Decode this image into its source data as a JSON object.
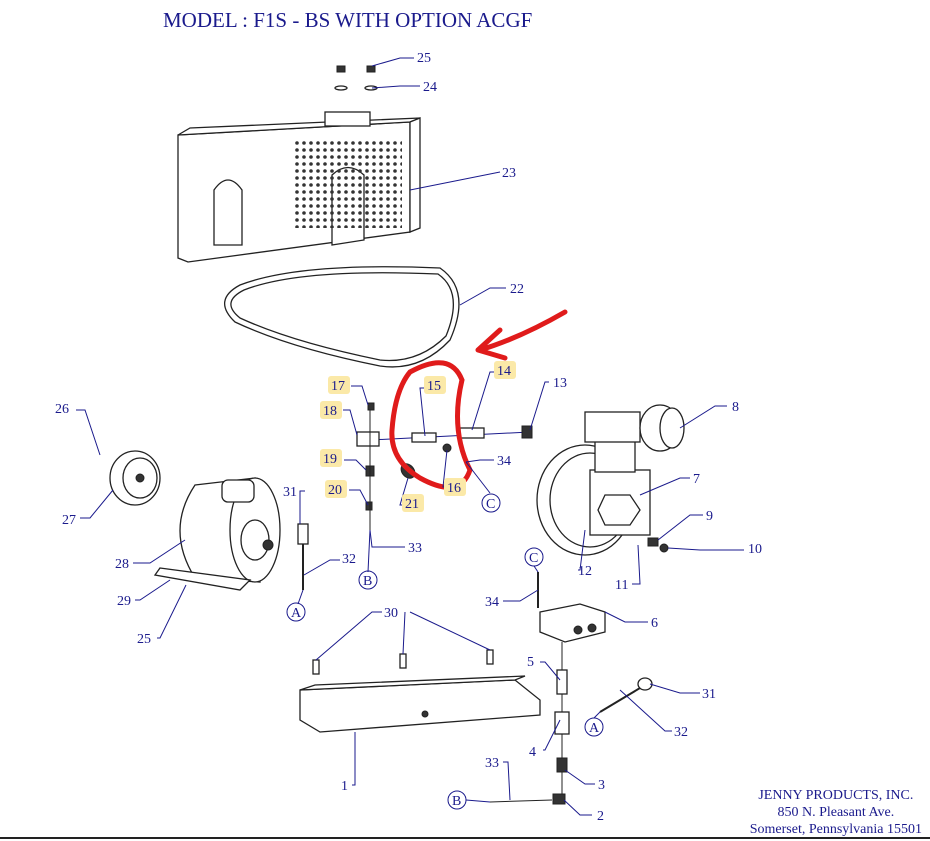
{
  "title": "MODEL : F1S - BS WITH OPTION ACGF",
  "company": {
    "name": "JENNY PRODUCTS, INC.",
    "address": "850 N. Pleasant Ave.",
    "city": "Somerset, Pennsylvania 15501"
  },
  "annotation_color": "#e01b1b",
  "labels": {
    "l25a": "25",
    "l24": "24",
    "l23": "23",
    "l22": "22",
    "l14": "14",
    "l15": "15",
    "l13": "13",
    "l8": "8",
    "l17": "17",
    "l18": "18",
    "l26": "26",
    "l34a": "34",
    "l16": "16",
    "l19": "19",
    "l20": "20",
    "l21": "21",
    "cC1": "C",
    "l7": "7",
    "l9": "9",
    "l10": "10",
    "l27": "27",
    "l31a": "31",
    "l28": "28",
    "l33a": "33",
    "l12": "12",
    "l11": "11",
    "l32a": "32",
    "l29": "29",
    "cB1": "B",
    "cA1": "A",
    "l25b": "25",
    "cC2": "C",
    "l34b": "34",
    "l6": "6",
    "l30": "30",
    "l5": "5",
    "l31b": "31",
    "cA2": "A",
    "l32b": "32",
    "l4": "4",
    "l1": "1",
    "l33b": "33",
    "l3": "3",
    "cB2": "B",
    "l2": "2"
  }
}
